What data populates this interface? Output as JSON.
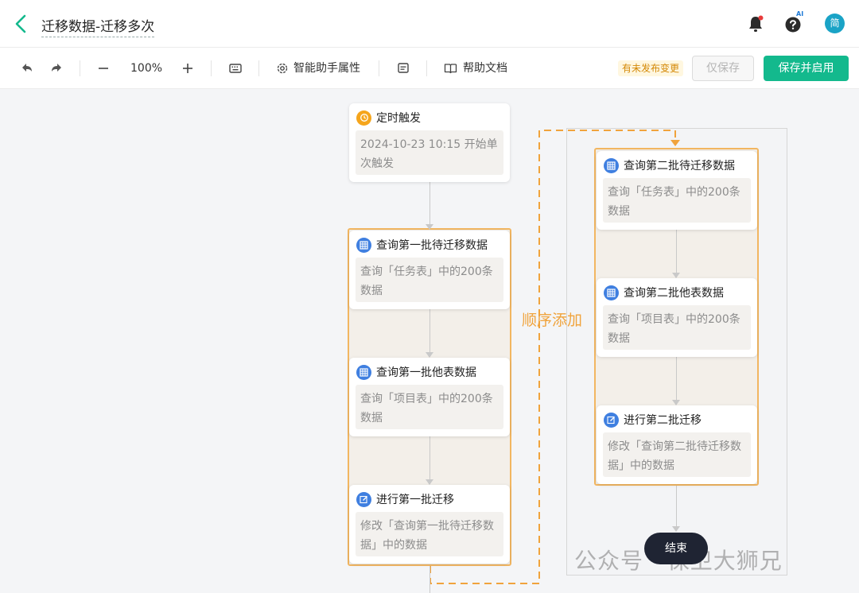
{
  "header": {
    "title": "迁移数据-迁移多次",
    "ai_badge": "AI",
    "avatar": "简"
  },
  "toolbar": {
    "zoom": "100%",
    "assistant_label": "智能助手属性",
    "help_label": "帮助文档",
    "unpublished_badge": "有未发布变更",
    "save_only_label": "仅保存",
    "save_enable_label": "保存并启用"
  },
  "flow": {
    "trigger": {
      "title": "定时触发",
      "desc": "2024-10-23 10:15 开始单次触发"
    },
    "left_nodes": [
      {
        "title": "查询第一批待迁移数据",
        "desc": "查询「任务表」中的200条数据"
      },
      {
        "title": "查询第一批他表数据",
        "desc": "查询「项目表」中的200条数据"
      },
      {
        "title": "进行第一批迁移",
        "desc": "修改「查询第一批待迁移数据」中的数据"
      }
    ],
    "right_nodes": [
      {
        "title": "查询第二批待迁移数据",
        "desc": "查询「任务表」中的200条数据"
      },
      {
        "title": "查询第二批他表数据",
        "desc": "查询「项目表」中的200条数据"
      },
      {
        "title": "进行第二批迁移",
        "desc": "修改「查询第二批待迁移数据」中的数据"
      }
    ],
    "sequence_label": "顺序添加",
    "end_label": "结束"
  },
  "watermark": "公众号 · 保卫大狮兄",
  "colors": {
    "accent": "#13b98d",
    "group_border": "#f2b661",
    "sequence": "#f0a33c",
    "query_icon": "#3f7fe0",
    "trigger_icon": "#f5a51c"
  },
  "icons": [
    "back-chevron-icon",
    "bell-icon",
    "help-icon",
    "undo-icon",
    "redo-icon",
    "minus-icon",
    "plus-icon",
    "keyboard-icon",
    "gear-icon",
    "comment-icon",
    "book-icon",
    "table-icon",
    "edit-icon",
    "clock-icon"
  ]
}
